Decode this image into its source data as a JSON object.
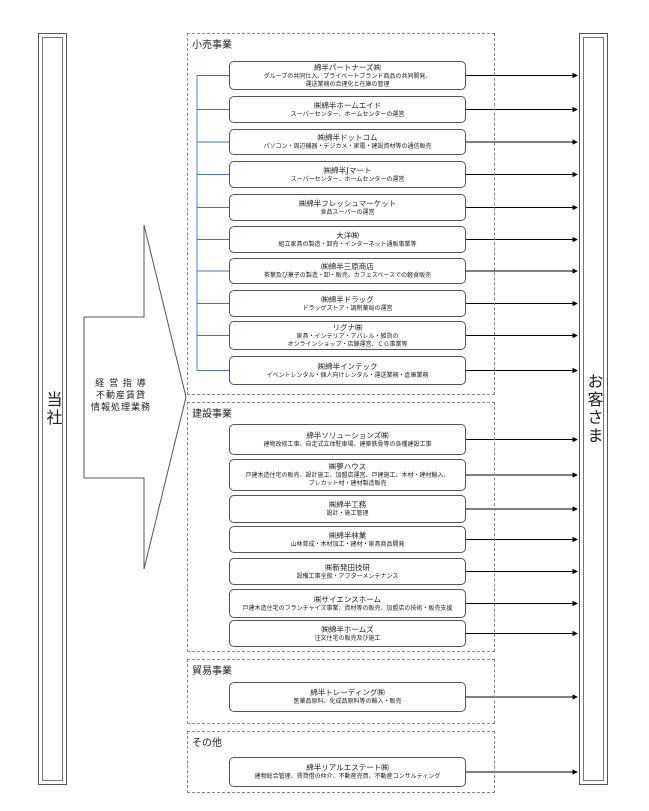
{
  "left_label": "当社",
  "right_label": "お客さま",
  "arrow_label": "経 営 指 導\n不動産賃貸\n情報処理業務",
  "sections": [
    {
      "title": "小売事業",
      "companies": [
        {
          "name": "綿半パートナーズ㈱",
          "desc": "グループの共同仕入、プライベートブランド商品の共同開発、\n運送業務の合理化と在庫の管理"
        },
        {
          "name": "㈱綿半ホームエイド",
          "desc": "スーパーセンター、ホームセンターの運営"
        },
        {
          "name": "㈱綿半ドットコム",
          "desc": "パソコン・周辺機器・デジカメ・家電・建設資材等の通信販売"
        },
        {
          "name": "㈱綿半Jマート",
          "desc": "スーパーセンター、ホームセンターの運営"
        },
        {
          "name": "㈱綿半フレッシュマーケット",
          "desc": "食品スーパーの運営"
        },
        {
          "name": "大洋㈱",
          "desc": "組立家具の製造・卸売・インターネット通販事業等"
        },
        {
          "name": "㈱綿半三原商店",
          "desc": "茶葉及び菓子の製造・卸・販売、カフェスペースでの軽食販売"
        },
        {
          "name": "㈱綿半ドラッグ",
          "desc": "ドラッグストア・調剤薬局の運営"
        },
        {
          "name": "リグナ㈱",
          "desc": "家具・インテリア・アパレル・雑貨の\nオンラインショップ・店舗運営、ＣＧ事業等"
        },
        {
          "name": "㈱綿半インテック",
          "desc": "イベントレンタル・個人向けレンタル・運送業務・倉庫業務"
        }
      ]
    },
    {
      "title": "建設事業",
      "companies": [
        {
          "name": "綿半ソリューションズ㈱",
          "desc": "建物改修工事、自走式立体駐車場、建築鉄骨等の各種建設工事"
        },
        {
          "name": "㈱夢ハウス",
          "desc": "戸建木造住宅の販売、設計施工、加盟店運営、戸建施工、木材・建材輸入、\nプレカット材・建材製造販売"
        },
        {
          "name": "㈱綿半工務",
          "desc": "設計・施工管理"
        },
        {
          "name": "㈱綿半林業",
          "desc": "山林育成・木材加工・建材・家具商品開発"
        },
        {
          "name": "㈱新発田技研",
          "desc": "設備工事全般・アフターメンテナンス"
        },
        {
          "name": "㈱サイエンスホーム",
          "desc": "戸建木造住宅のフランチャイズ事業、資材等の販売、加盟店の技術・販売支援"
        },
        {
          "name": "㈱綿半ホームズ",
          "desc": "注文住宅の販売及び施工"
        }
      ]
    },
    {
      "title": "貿易事業",
      "companies": [
        {
          "name": "綿半トレーディング㈱",
          "desc": "医薬品原料、化成品原料等の輸入・販売"
        }
      ]
    },
    {
      "title": "その他",
      "companies": [
        {
          "name": "綿半リアルエステート㈱",
          "desc": "建物総合管理、賃貸借の仲介、不動産売買、不動産コンサルティング"
        }
      ]
    }
  ],
  "colors": {
    "bracket_line": "#4472c4",
    "arrow": "#000000",
    "border": "#555555"
  }
}
